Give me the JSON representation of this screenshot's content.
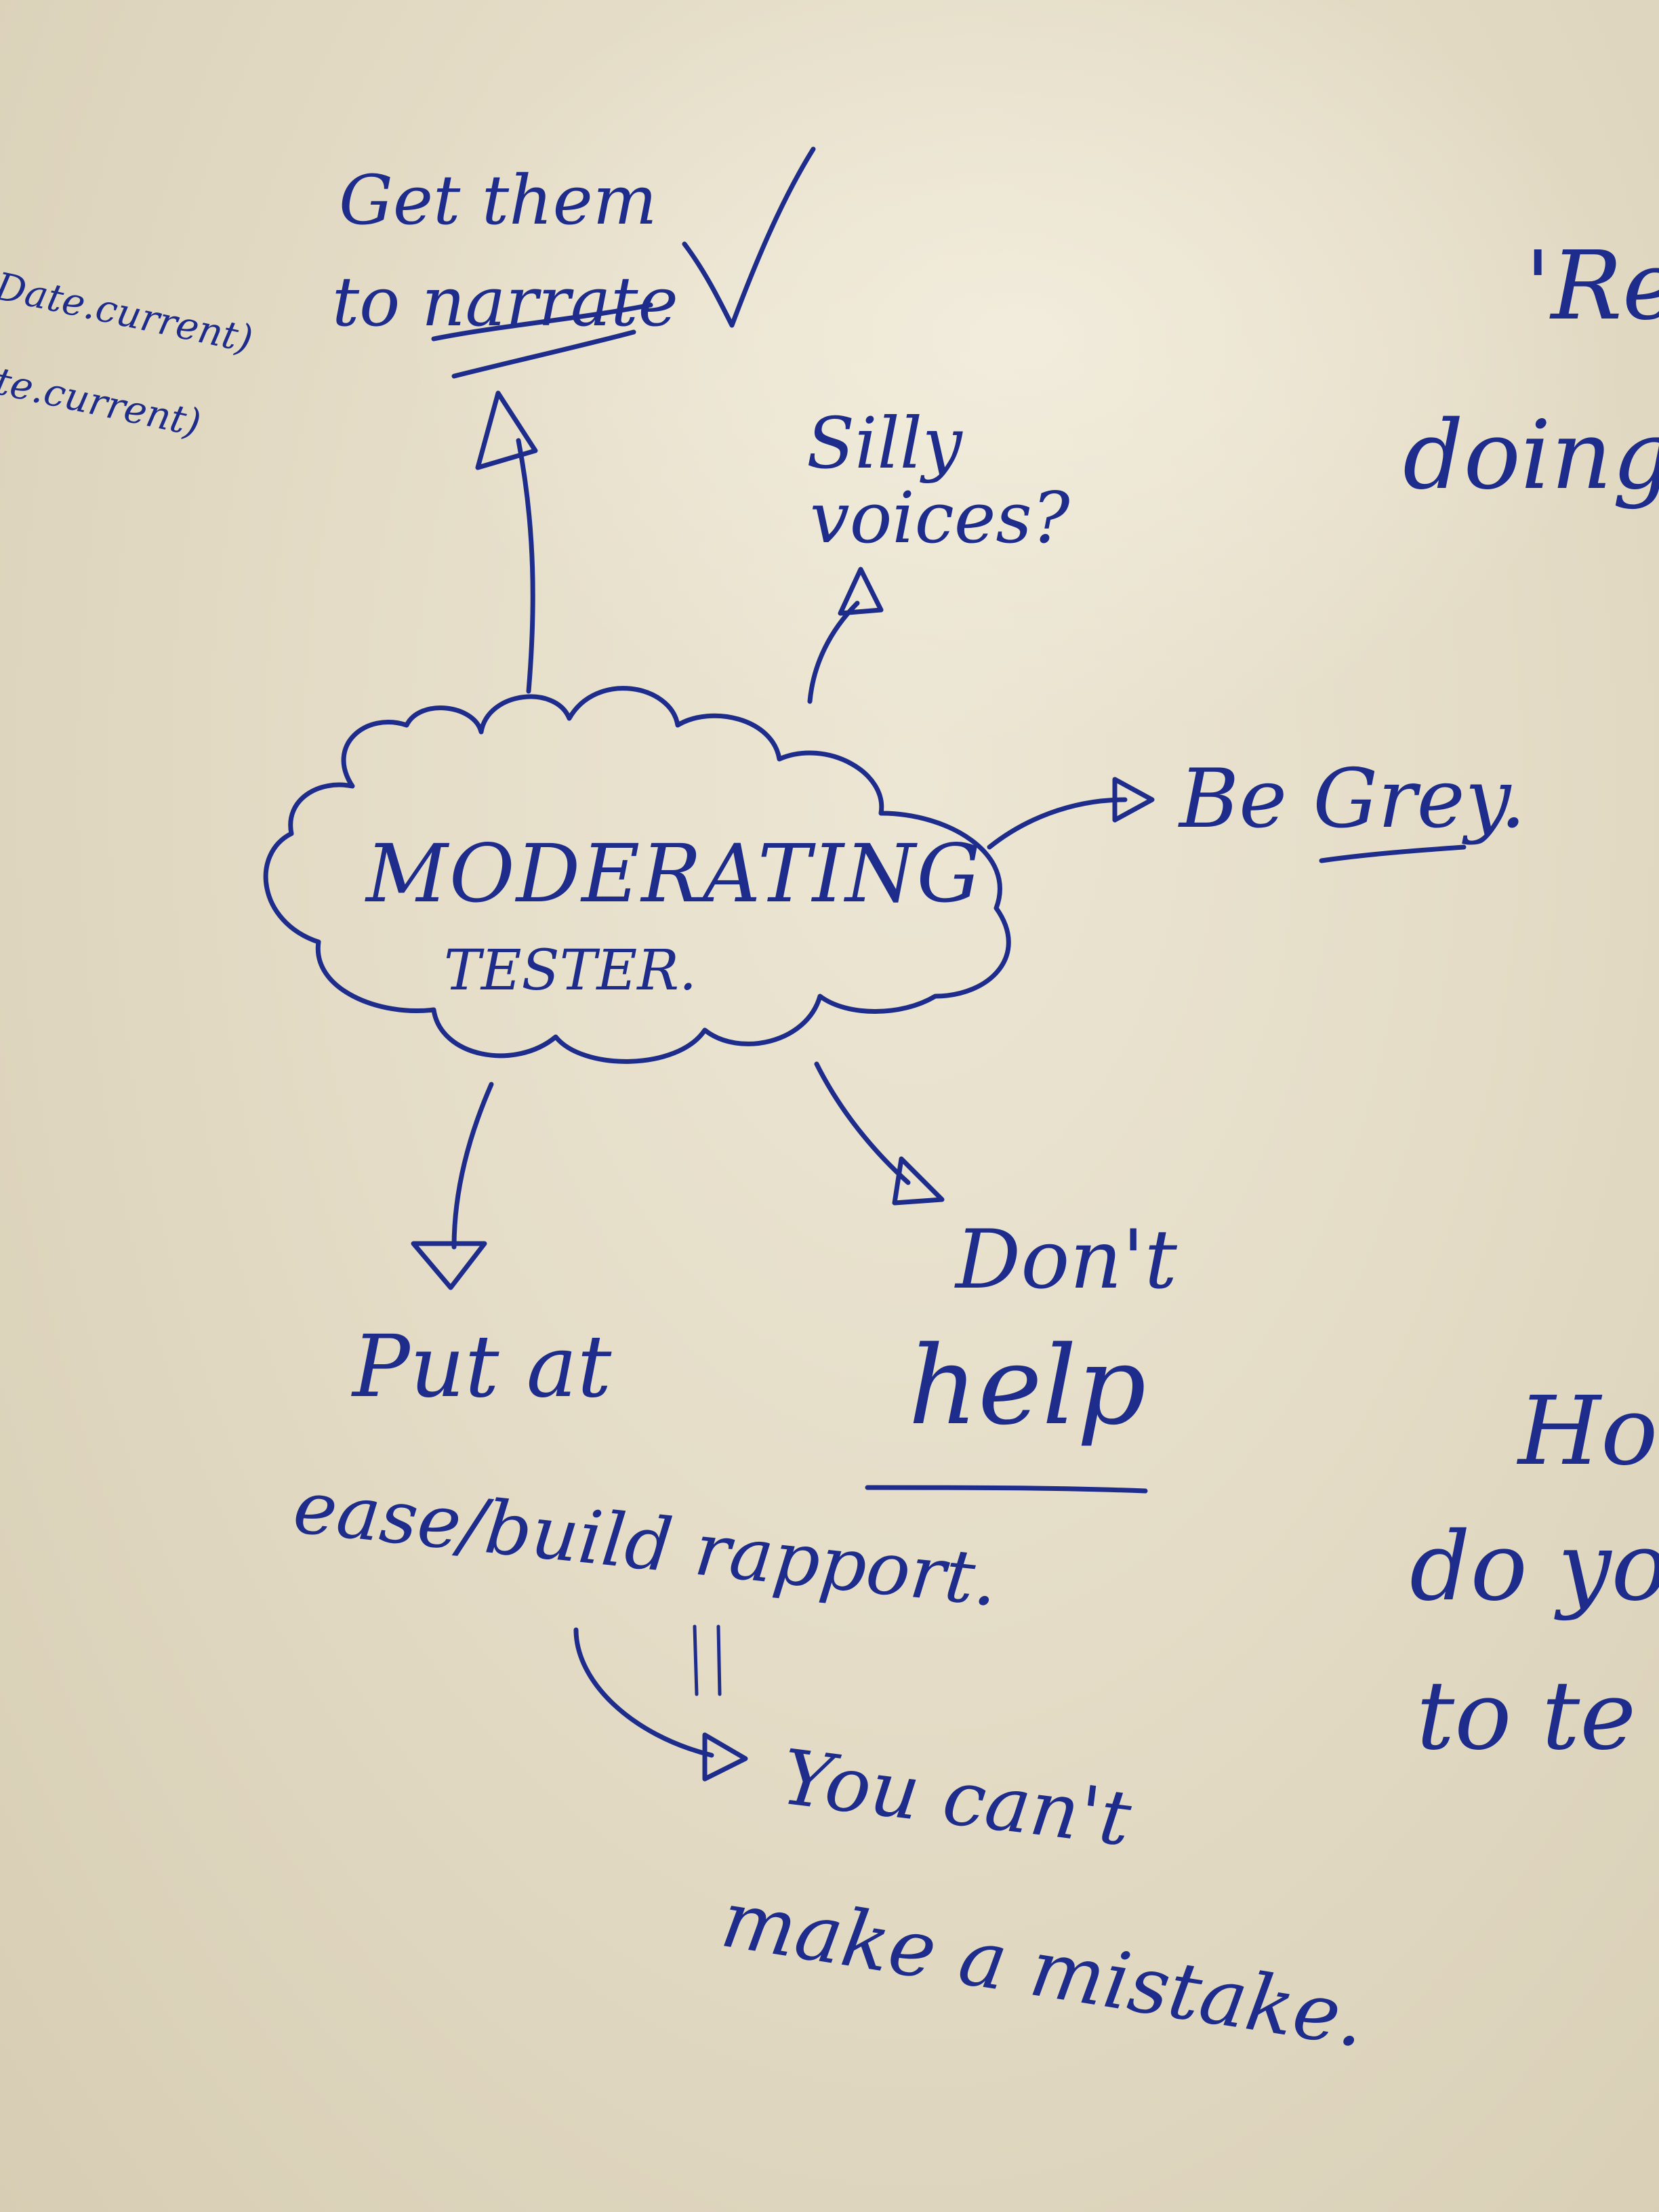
{
  "center": {
    "line1": "MODERATING",
    "line2": "TESTER."
  },
  "branches": {
    "narrate": {
      "line1": "Get them",
      "line2": "to narrate"
    },
    "silly_voices": {
      "line1": "Silly",
      "line2": "voices?"
    },
    "be_grey": "Be Grey.",
    "dont_help": {
      "line1": "Don't",
      "line2": "help"
    },
    "put_at_ease": {
      "line1": "Put at",
      "line2": "ease/build rapport."
    },
    "cant_mistake": {
      "line1": "You can't",
      "line2": "make a mistake."
    }
  },
  "left_edge": {
    "line1": "Date.current)",
    "line2": "te.current)"
  },
  "right_edge": {
    "top_line1": "'Re",
    "top_line2": "doing",
    "bottom_line1": "How",
    "bottom_line2": "do yo",
    "bottom_line3": "to te"
  },
  "colors": {
    "ink": "#1e2c8c",
    "board": "#e8e1cc"
  }
}
